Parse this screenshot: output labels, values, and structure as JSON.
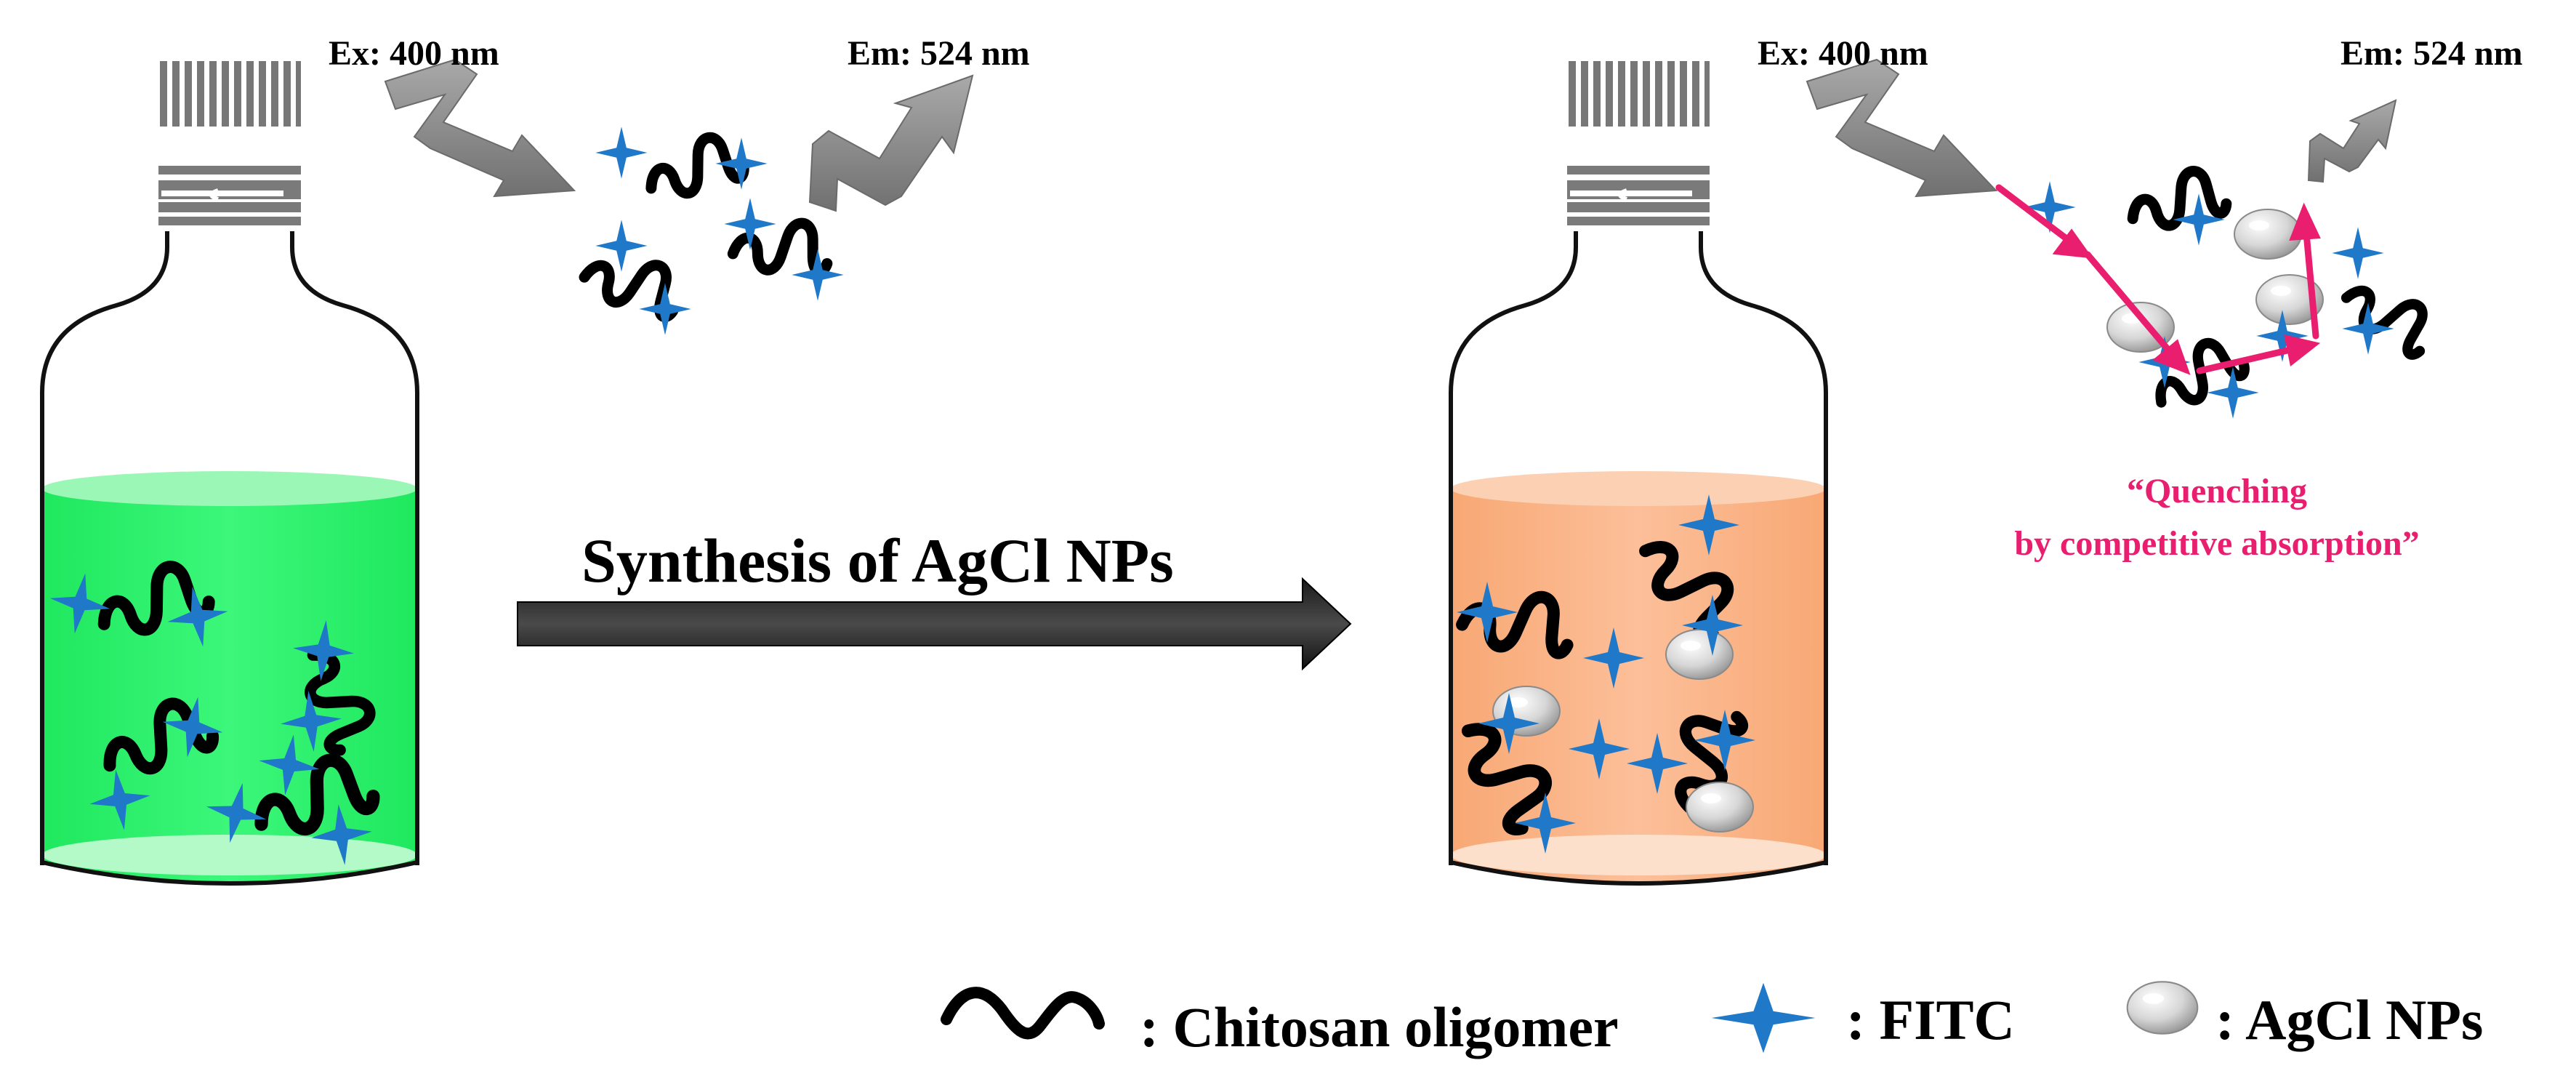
{
  "left_panel": {
    "excitation_label": "Ex: 400 nm",
    "emission_label": "Em: 524 nm"
  },
  "right_panel": {
    "excitation_label": "Ex: 400 nm",
    "emission_label": "Em: 524 nm",
    "quench_line1": "“Quenching",
    "quench_line2": "by competitive absorption”"
  },
  "process_arrow_label": "Synthesis of AgCl NPs",
  "legend": {
    "chitosan_label": ": Chitosan oligomer",
    "fitc_label": ": FITC",
    "agcl_label": ": AgCl NPs"
  },
  "colors": {
    "green_solution": "#28f269",
    "orange_solution": "#fbb489",
    "fitc_star": "#1f78c8",
    "quench_text": "#ea1e6f",
    "grey_arrow": "#8c8c8c"
  },
  "icons": [
    "bottle-icon",
    "chitosan-oligomer-icon",
    "fitc-star-icon",
    "agcl-particle-icon",
    "excitation-arrow-icon",
    "emission-arrow-icon"
  ]
}
